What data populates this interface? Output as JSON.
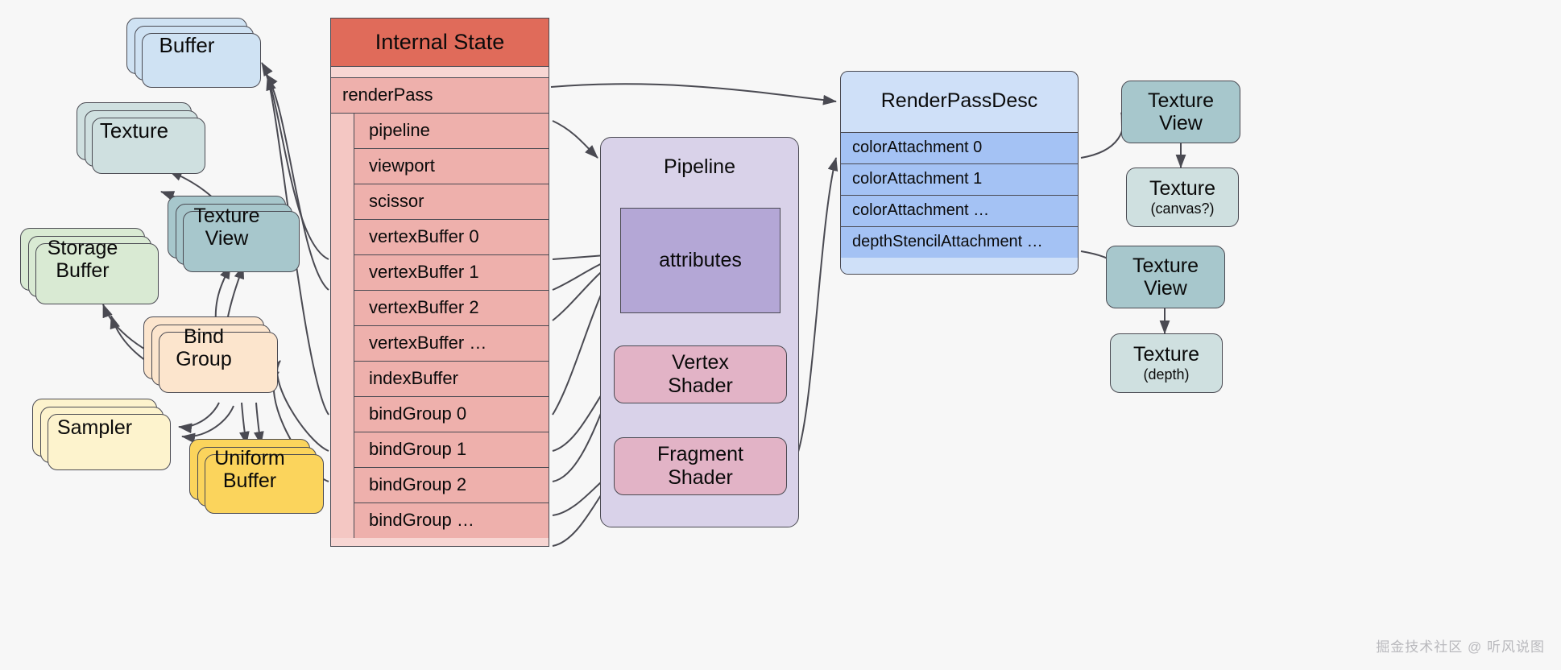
{
  "diagram": {
    "title": "WebGPU Internal State Diagram",
    "background": "#f7f7f7",
    "watermark": "掘金技术社区 @ 听风说图"
  },
  "internal_state": {
    "title": "Internal State",
    "rows": [
      {
        "label": "renderPass",
        "level": 1
      },
      {
        "label": "pipeline",
        "level": 2
      },
      {
        "label": "viewport",
        "level": 2
      },
      {
        "label": "scissor",
        "level": 2
      },
      {
        "label": "vertexBuffer 0",
        "level": 2
      },
      {
        "label": "vertexBuffer 1",
        "level": 2
      },
      {
        "label": "vertexBuffer 2",
        "level": 2
      },
      {
        "label": "vertexBuffer …",
        "level": 2
      },
      {
        "label": "indexBuffer",
        "level": 2
      },
      {
        "label": "bindGroup 0",
        "level": 2
      },
      {
        "label": "bindGroup 1",
        "level": 2
      },
      {
        "label": "bindGroup 2",
        "level": 2
      },
      {
        "label": "bindGroup …",
        "level": 2
      }
    ],
    "header_color": "#e06b5a",
    "row_color": "#eeb0ac",
    "body_color": "#f7d6d3"
  },
  "render_pass_desc": {
    "title": "RenderPassDesc",
    "rows": [
      "colorAttachment 0",
      "colorAttachment 1",
      "colorAttachment …",
      "depthStencilAttachment …"
    ],
    "header_color": "#cfe0f8",
    "row_color": "#a4c2f4"
  },
  "pipeline": {
    "title": "Pipeline",
    "attributes_label": "attributes",
    "vertex_shader_label_line1": "Vertex",
    "vertex_shader_label_line2": "Shader",
    "fragment_shader_label_line1": "Fragment",
    "fragment_shader_label_line2": "Shader",
    "container_color": "#d9d2e9",
    "attributes_color": "#b4a7d6",
    "shader_color": "#e2b3c6"
  },
  "resources": {
    "buffer": {
      "label": "Buffer",
      "color": "#cfe2f3"
    },
    "texture_left": {
      "label": "Texture",
      "color": "#cfe0e0"
    },
    "texture_view_left": {
      "line1": "Texture",
      "line2": "View",
      "color": "#a7c7cc"
    },
    "storage_buffer": {
      "line1": "Storage",
      "line2": "Buffer",
      "color": "#d9ead3"
    },
    "bind_group": {
      "line1": "Bind",
      "line2": "Group",
      "color": "#fce5cd"
    },
    "sampler": {
      "label": "Sampler",
      "color": "#fdf3cd"
    },
    "uniform_buffer": {
      "line1": "Uniform",
      "line2": "Buffer",
      "color": "#fbd45c"
    }
  },
  "attachment_targets": {
    "color_texture_view": {
      "line1": "Texture",
      "line2": "View",
      "color": "#a7c7cc"
    },
    "color_texture": {
      "label": "Texture",
      "sub": "(canvas?)",
      "color": "#cfe0e0"
    },
    "depth_texture_view": {
      "line1": "Texture",
      "line2": "View",
      "color": "#a7c7cc"
    },
    "depth_texture": {
      "label": "Texture",
      "sub": "(depth)",
      "color": "#cfe0e0"
    }
  }
}
